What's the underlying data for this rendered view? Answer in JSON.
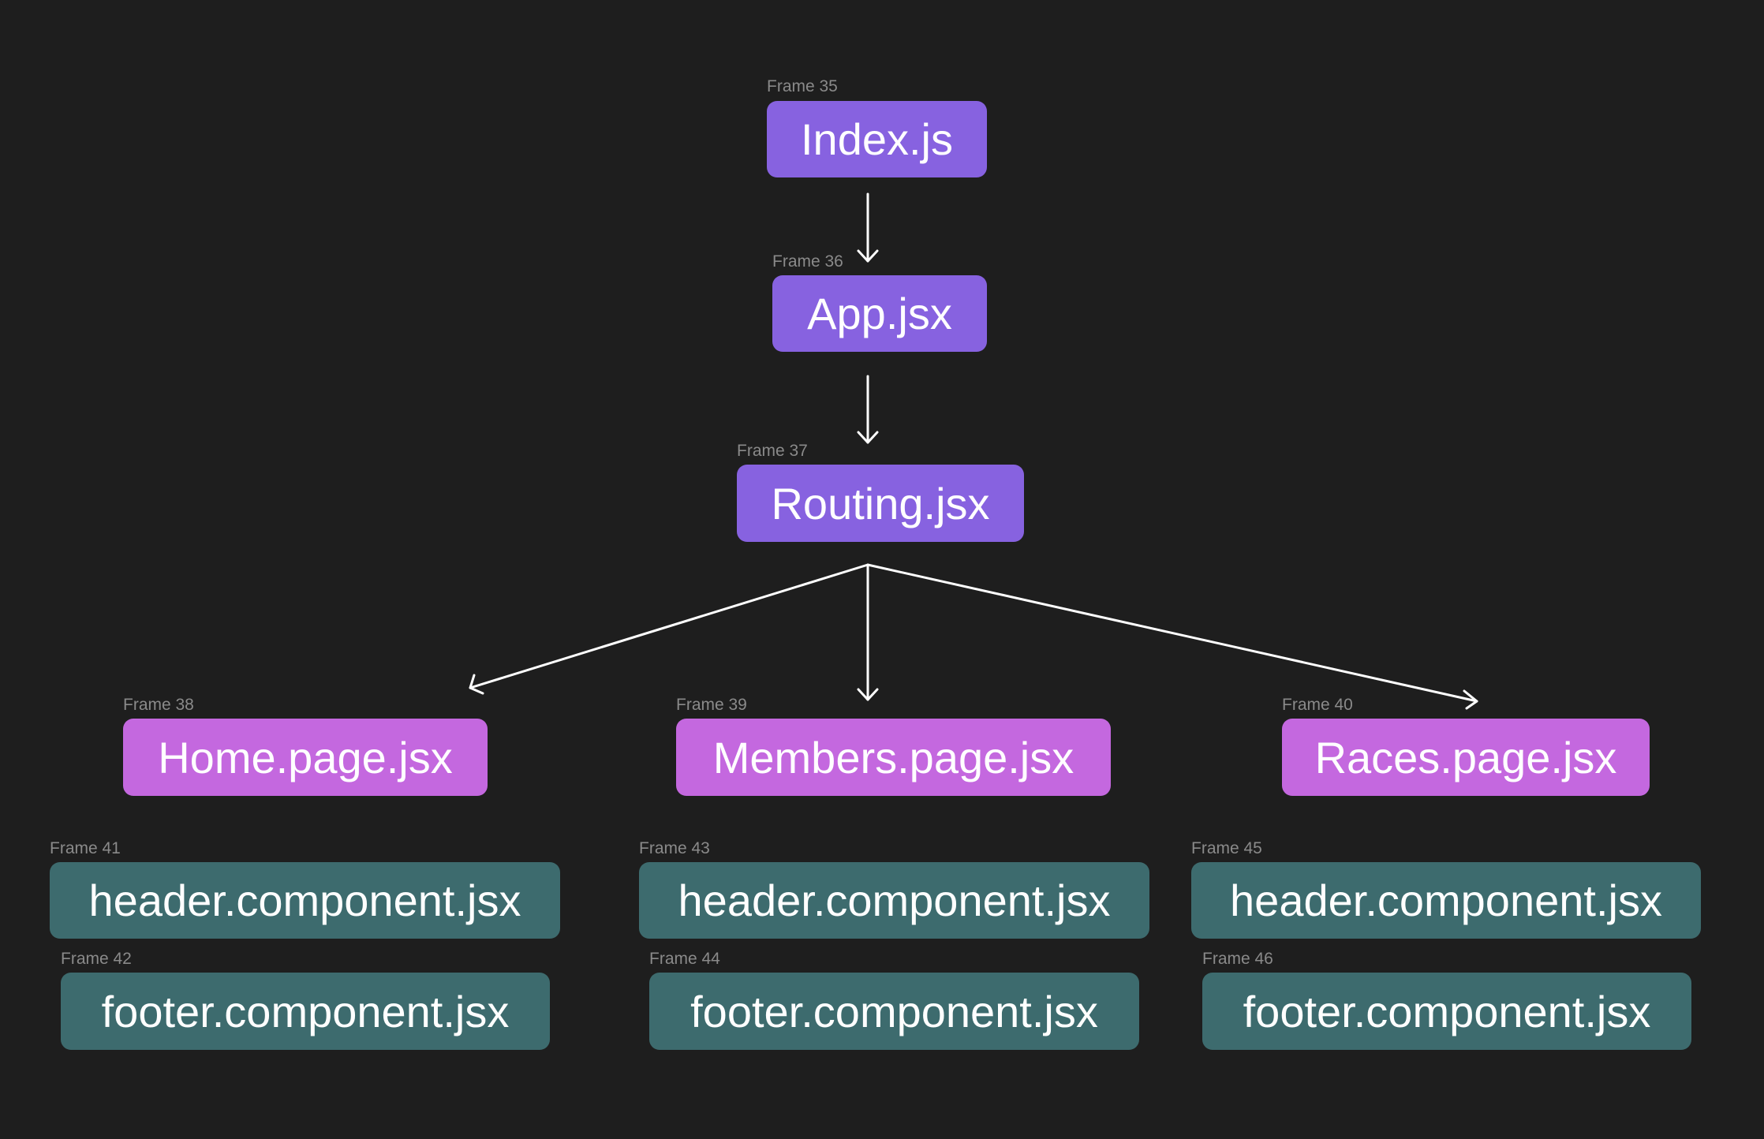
{
  "colors": {
    "background": "#1e1e1e",
    "core_node": "#8762e0",
    "page_node": "#c468df",
    "component_node": "#3d6b6e",
    "frame_label": "#8a8a8a",
    "arrow": "#ffffff"
  },
  "nodes": [
    {
      "frame": "Frame 35",
      "label": "Index.js"
    },
    {
      "frame": "Frame 36",
      "label": "App.jsx"
    },
    {
      "frame": "Frame 37",
      "label": "Routing.jsx"
    },
    {
      "frame": "Frame 38",
      "label": "Home.page.jsx"
    },
    {
      "frame": "Frame 39",
      "label": "Members.page.jsx"
    },
    {
      "frame": "Frame 40",
      "label": "Races.page.jsx"
    },
    {
      "frame": "Frame 41",
      "label": "header.component.jsx"
    },
    {
      "frame": "Frame 42",
      "label": "footer.component.jsx"
    },
    {
      "frame": "Frame 43",
      "label": "header.component.jsx"
    },
    {
      "frame": "Frame 44",
      "label": "footer.component.jsx"
    },
    {
      "frame": "Frame 45",
      "label": "header.component.jsx"
    },
    {
      "frame": "Frame 46",
      "label": "footer.component.jsx"
    }
  ],
  "edges": [
    {
      "from": "Index.js",
      "to": "App.jsx"
    },
    {
      "from": "App.jsx",
      "to": "Routing.jsx"
    },
    {
      "from": "Routing.jsx",
      "to": "Home.page.jsx"
    },
    {
      "from": "Routing.jsx",
      "to": "Members.page.jsx"
    },
    {
      "from": "Routing.jsx",
      "to": "Races.page.jsx"
    }
  ]
}
